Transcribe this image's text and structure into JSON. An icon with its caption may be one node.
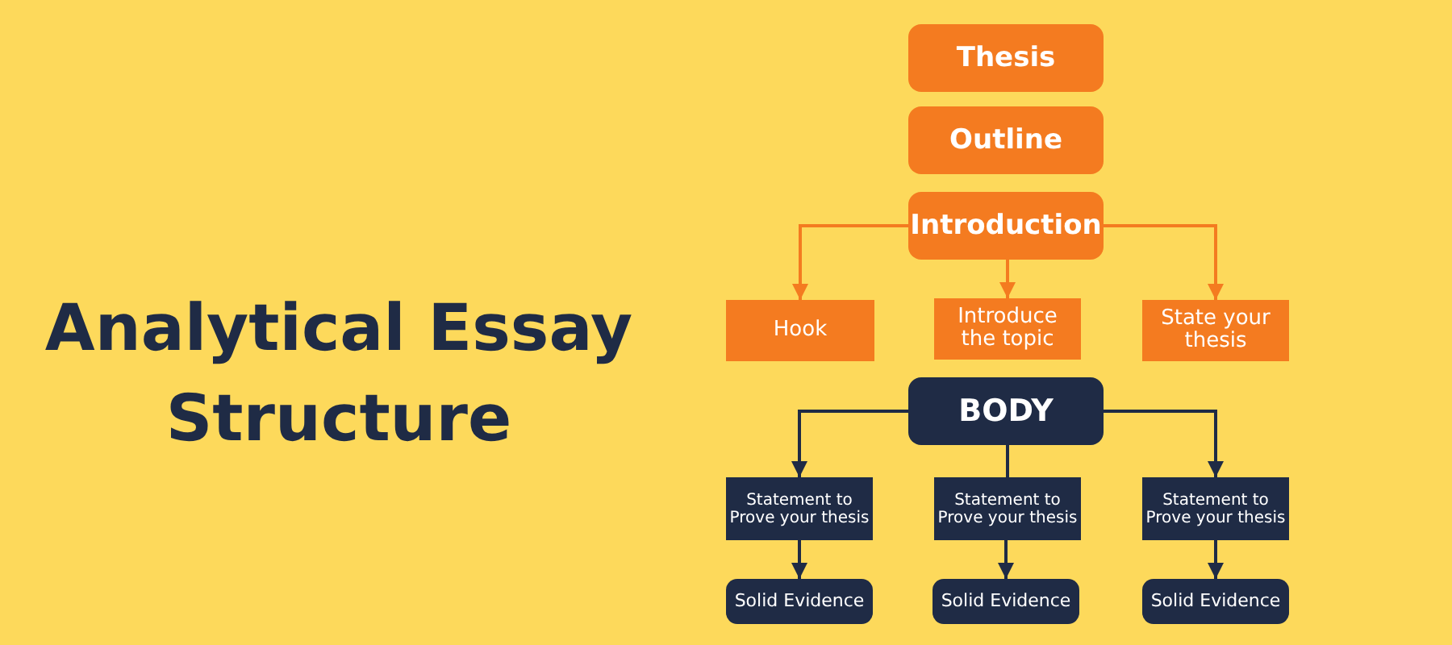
{
  "diagram": {
    "title": "Analytical Essay Structure",
    "nodes": [
      {
        "text": [
          "Thesis"
        ]
      },
      {
        "text": [
          "Outline"
        ]
      },
      {
        "text": [
          "Introduction"
        ]
      },
      {
        "text": [
          "Hook"
        ]
      },
      {
        "text": [
          "Introduce the topic"
        ]
      },
      {
        "text": [
          "State your thesis"
        ]
      },
      {
        "text": [
          "BODY"
        ]
      },
      {
        "text": [
          "Statement to Prove your thesis"
        ]
      },
      {
        "text": [
          "Statement to Prove your thesis"
        ]
      },
      {
        "text": [
          "Statement to Prove your thesis"
        ]
      },
      {
        "text": [
          "Solid Evidence"
        ]
      },
      {
        "text": [
          "Solid Evidence"
        ]
      },
      {
        "text": [
          "Solid Evidence"
        ]
      }
    ],
    "edges": [
      {
        "from": 2,
        "to": 3,
        "arrow": "to",
        "color": "#f47b20"
      },
      {
        "from": 2,
        "to": 4,
        "arrow": "to",
        "color": "#f47b20"
      },
      {
        "from": 2,
        "to": 5,
        "arrow": "to",
        "color": "#f47b20"
      },
      {
        "from": 6,
        "to": 7,
        "arrow": "to"
      },
      {
        "from": 6,
        "to": 8,
        "arrow": "none"
      },
      {
        "from": 6,
        "to": 9,
        "arrow": "to"
      },
      {
        "from": 7,
        "to": 10,
        "arrow": "to"
      },
      {
        "from": 8,
        "to": 11,
        "arrow": "to"
      },
      {
        "from": 9,
        "to": 12,
        "arrow": "to"
      }
    ]
  }
}
